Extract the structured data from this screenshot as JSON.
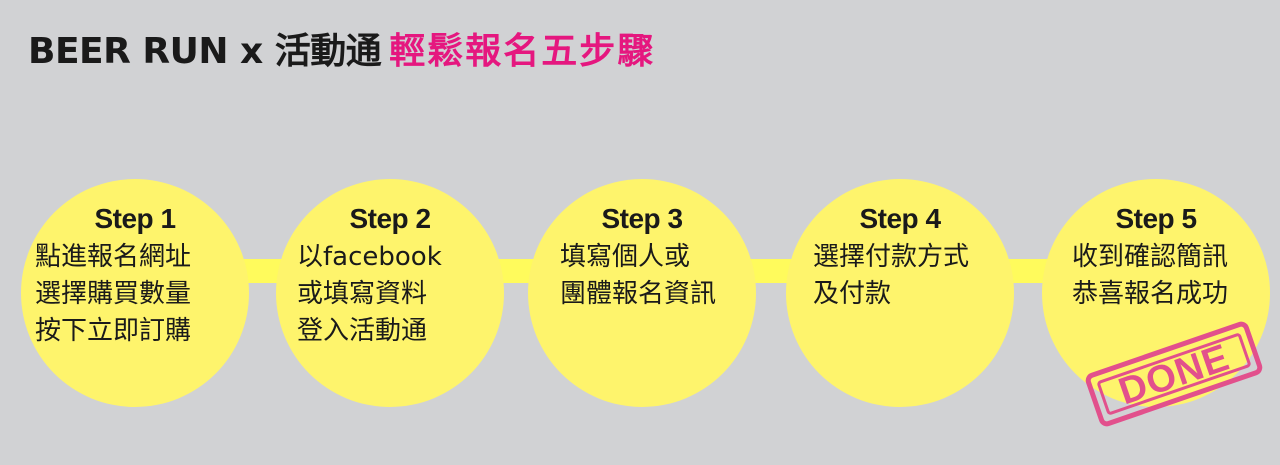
{
  "title": {
    "main": "BEER RUN x 活動通",
    "accent": "輕鬆報名五步驟"
  },
  "colors": {
    "background": "#d1d2d4",
    "circle": "#fef46c",
    "connector": "#fffb5c",
    "accent": "#e5177f",
    "stamp": "#e2508c"
  },
  "steps": [
    {
      "title": "Step 1",
      "lines": [
        "點進報名網址",
        "選擇購買數量",
        "按下立即訂購"
      ]
    },
    {
      "title": "Step 2",
      "lines": [
        "以facebook",
        "或填寫資料",
        "登入活動通"
      ]
    },
    {
      "title": "Step 3",
      "lines": [
        "填寫個人或",
        "團體報名資訊"
      ]
    },
    {
      "title": "Step 4",
      "lines": [
        "選擇付款方式",
        "及付款"
      ]
    },
    {
      "title": "Step 5",
      "lines": [
        "收到確認簡訊",
        "恭喜報名成功"
      ]
    }
  ],
  "stamp": {
    "text": "DONE"
  }
}
